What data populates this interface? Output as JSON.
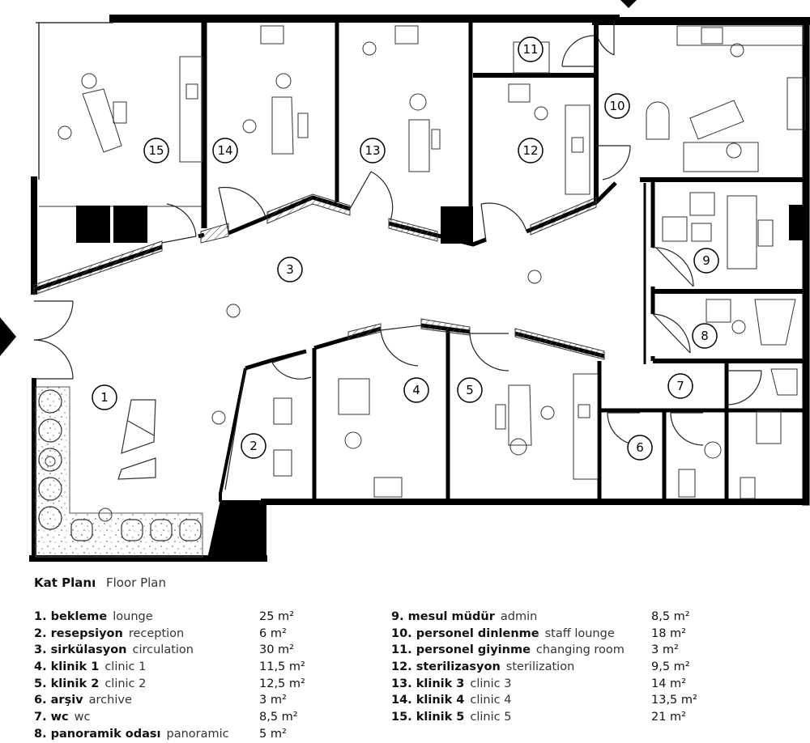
{
  "legend": {
    "title_tr": "Kat Planı",
    "title_en": "Floor Plan",
    "left_column": [
      {
        "tr": "1. bekleme",
        "en": "lounge",
        "area": "25 m²"
      },
      {
        "tr": "2. resepsiyon",
        "en": "reception",
        "area": "6 m²"
      },
      {
        "tr": "3. sirkülasyon",
        "en": "circulation",
        "area": "30 m²"
      },
      {
        "tr": "4. klinik 1",
        "en": "clinic 1",
        "area": "11,5 m²"
      },
      {
        "tr": "5. klinik 2",
        "en": "clinic 2",
        "area": "12,5 m²"
      },
      {
        "tr": "6. arşiv",
        "en": "archive",
        "area": "3 m²"
      },
      {
        "tr": "7. wc",
        "en": "wc",
        "area": "8,5 m²"
      },
      {
        "tr": "8. panoramik odası",
        "en": "panoramic",
        "area": "5 m²"
      }
    ],
    "right_column": [
      {
        "tr": "9. mesul müdür",
        "en": "admin",
        "area": "8,5 m²"
      },
      {
        "tr": "10. personel dinlenme",
        "en": "staff lounge",
        "area": "18 m²"
      },
      {
        "tr": "11. personel giyinme",
        "en": "changing room",
        "area": "3 m²"
      },
      {
        "tr": "12. sterilizasyon",
        "en": "sterilization",
        "area": "9,5 m²"
      },
      {
        "tr": "13. klinik 3",
        "en": "clinic 3",
        "area": "14 m²"
      },
      {
        "tr": "14. klinik 4",
        "en": "clinic 4",
        "area": "13,5 m²"
      },
      {
        "tr": "15. klinik 5",
        "en": "clinic 5",
        "area": "21 m²"
      }
    ]
  },
  "room_markers": [
    "1",
    "2",
    "3",
    "4",
    "5",
    "6",
    "7",
    "8",
    "9",
    "10",
    "11",
    "12",
    "13",
    "14",
    "15"
  ],
  "colors": {
    "wall": "#000000",
    "line": "#222222",
    "hatch": "#555555",
    "background": "#ffffff"
  }
}
